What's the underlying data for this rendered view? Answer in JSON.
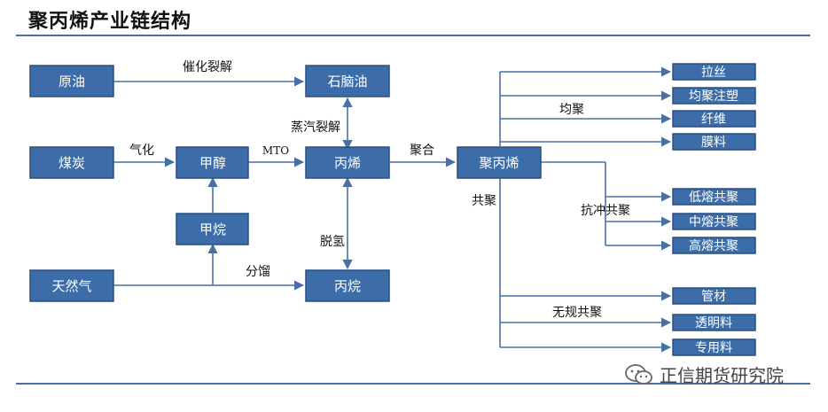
{
  "title": "聚丙烯产业链结构",
  "watermark": "正信期货研究院",
  "nodes": {
    "crude": "原油",
    "naphtha": "石脑油",
    "coal": "煤炭",
    "methanol": "甲醇",
    "propylene": "丙烯",
    "pp": "聚丙烯",
    "methane": "甲烷",
    "gas": "天然气",
    "propane": "丙烷"
  },
  "edges": {
    "catalytic_cracking": "催化裂解",
    "gasify": "气化",
    "mto": "MTO",
    "steam_cracking": "蒸汽裂解",
    "polymerize": "聚合",
    "dehydrogenation": "脱氢",
    "fractionation": "分馏",
    "copolymer": "共聚",
    "homopolymer": "均聚",
    "impact_copolymer": "抗冲共聚",
    "random_copolymer": "无规共聚"
  },
  "products": {
    "homo": [
      "拉丝",
      "均聚注塑",
      "纤维",
      "膜料"
    ],
    "impact": [
      "低熔共聚",
      "中熔共聚",
      "高熔共聚"
    ],
    "random": [
      "管材",
      "透明料",
      "专用料"
    ]
  },
  "colors": {
    "box": "#3d6da8",
    "box_border": "#2a4f7e",
    "line": "#4a6fa5"
  },
  "icons": [
    "wechat-icon"
  ]
}
